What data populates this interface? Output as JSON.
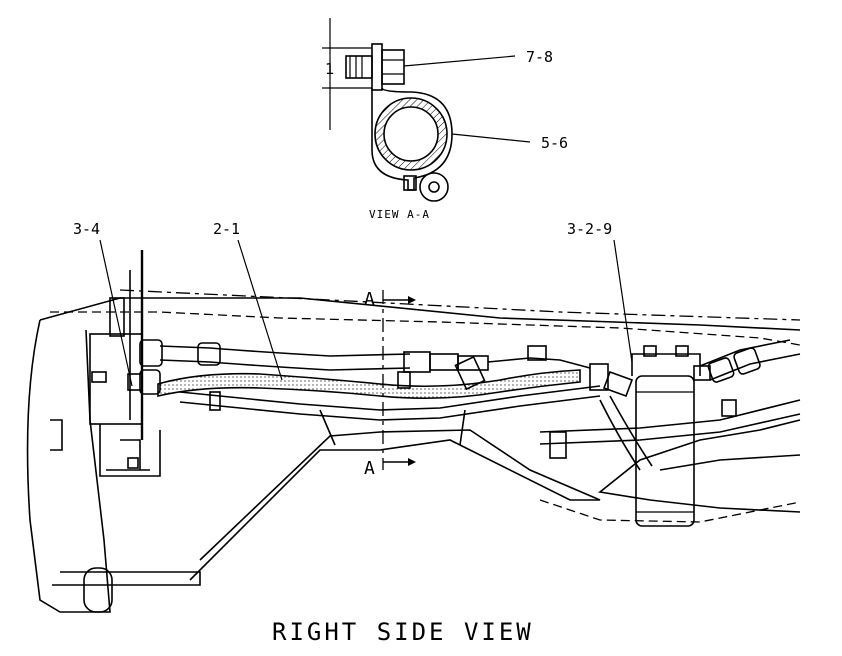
{
  "view_a_a": {
    "caption": "VIEW A-A",
    "dimension_label": "1",
    "callout_bolt": "7-8",
    "callout_clip": "5-6"
  },
  "main_view": {
    "callout_left": "3-4",
    "callout_hose": "2-1",
    "callout_filter": "3-2-9",
    "section_marker_top": "A",
    "section_marker_bottom": "A"
  },
  "title": "RIGHT SIDE VIEW"
}
